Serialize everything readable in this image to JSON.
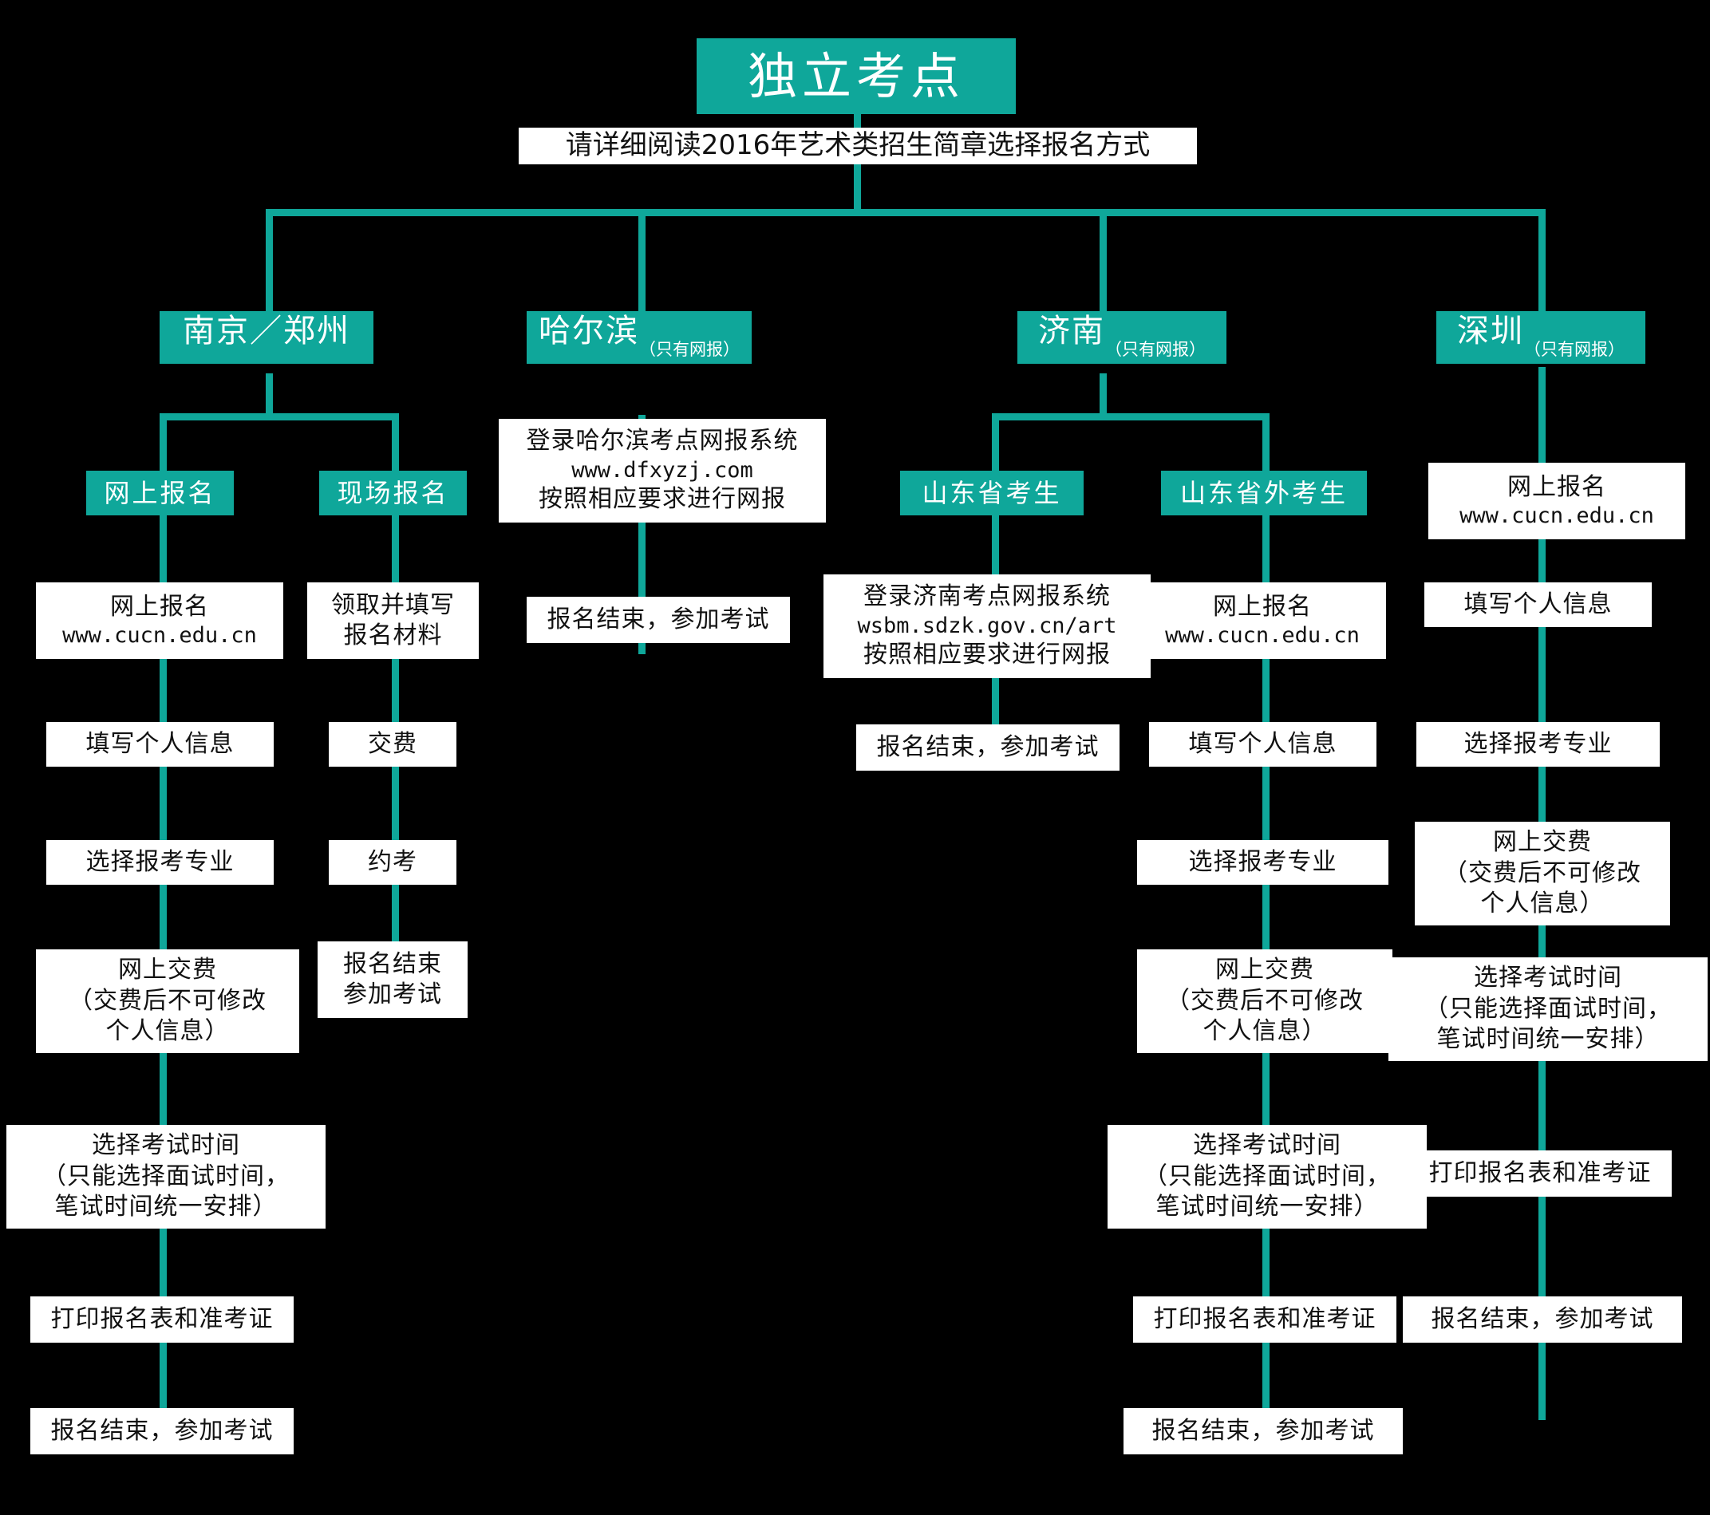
{
  "colors": {
    "accent": "#0FA79A",
    "background": "#000000",
    "box_fill": "#FFFFFF",
    "box_text": "#111111",
    "accent_text": "#FFFFFF"
  },
  "diagram": {
    "title": "独立考点",
    "subtitle": "请详细阅读2016年艺术类招生简章选择报名方式",
    "branches": [
      {
        "id": "nanjing-zhengzhou",
        "label": "南京／郑州",
        "note": "",
        "subbranches": [
          {
            "id": "online",
            "label": "网上报名",
            "steps": [
              {
                "lines": [
                  "网上报名"
                ],
                "url": "www.cucn.edu.cn"
              },
              {
                "lines": [
                  "填写个人信息"
                ],
                "url": ""
              },
              {
                "lines": [
                  "选择报考专业"
                ],
                "url": ""
              },
              {
                "lines": [
                  "网上交费",
                  "（交费后不可修改",
                  "个人信息）"
                ],
                "url": ""
              },
              {
                "lines": [
                  "选择考试时间",
                  "（只能选择面试时间，",
                  "笔试时间统一安排）"
                ],
                "url": ""
              },
              {
                "lines": [
                  "打印报名表和准考证"
                ],
                "url": ""
              },
              {
                "lines": [
                  "报名结束，参加考试"
                ],
                "url": ""
              }
            ]
          },
          {
            "id": "onsite",
            "label": "现场报名",
            "steps": [
              {
                "lines": [
                  "领取并填写",
                  "报名材料"
                ],
                "url": ""
              },
              {
                "lines": [
                  "交费"
                ],
                "url": ""
              },
              {
                "lines": [
                  "约考"
                ],
                "url": ""
              },
              {
                "lines": [
                  "报名结束",
                  "参加考试"
                ],
                "url": ""
              }
            ]
          }
        ]
      },
      {
        "id": "harbin",
        "label": "哈尔滨",
        "note": "（只有网报）",
        "subbranches": [
          {
            "id": "harbin-main",
            "label": "",
            "steps": [
              {
                "lines": [
                  "登录哈尔滨考点网报系统"
                ],
                "url": "www.dfxyzj.com",
                "lines_after": [
                  "按照相应要求进行网报"
                ]
              },
              {
                "lines": [
                  "报名结束，参加考试"
                ],
                "url": ""
              }
            ]
          }
        ]
      },
      {
        "id": "jinan",
        "label": "济南",
        "note": "（只有网报）",
        "subbranches": [
          {
            "id": "shandong-in",
            "label": "山东省考生",
            "steps": [
              {
                "lines": [
                  "登录济南考点网报系统"
                ],
                "url": "wsbm.sdzk.gov.cn/art",
                "lines_after": [
                  "按照相应要求进行网报"
                ]
              },
              {
                "lines": [
                  "报名结束，参加考试"
                ],
                "url": ""
              }
            ]
          },
          {
            "id": "shandong-out",
            "label": "山东省外考生",
            "steps": [
              {
                "lines": [
                  "网上报名"
                ],
                "url": "www.cucn.edu.cn"
              },
              {
                "lines": [
                  "填写个人信息"
                ],
                "url": ""
              },
              {
                "lines": [
                  "选择报考专业"
                ],
                "url": ""
              },
              {
                "lines": [
                  "网上交费",
                  "（交费后不可修改",
                  "个人信息）"
                ],
                "url": ""
              },
              {
                "lines": [
                  "选择考试时间",
                  "（只能选择面试时间，",
                  "笔试时间统一安排）"
                ],
                "url": ""
              },
              {
                "lines": [
                  "打印报名表和准考证"
                ],
                "url": ""
              },
              {
                "lines": [
                  "报名结束，参加考试"
                ],
                "url": ""
              }
            ]
          }
        ]
      },
      {
        "id": "shenzhen",
        "label": "深圳",
        "note": "（只有网报）",
        "subbranches": [
          {
            "id": "shenzhen-main",
            "label": "",
            "steps": [
              {
                "lines": [
                  "网上报名"
                ],
                "url": "www.cucn.edu.cn"
              },
              {
                "lines": [
                  "填写个人信息"
                ],
                "url": ""
              },
              {
                "lines": [
                  "选择报考专业"
                ],
                "url": ""
              },
              {
                "lines": [
                  "网上交费",
                  "（交费后不可修改",
                  "个人信息）"
                ],
                "url": ""
              },
              {
                "lines": [
                  "选择考试时间",
                  "（只能选择面试时间，",
                  "笔试时间统一安排）"
                ],
                "url": ""
              },
              {
                "lines": [
                  "打印报名表和准考证"
                ],
                "url": ""
              },
              {
                "lines": [
                  "报名结束，参加考试"
                ],
                "url": ""
              }
            ]
          }
        ]
      }
    ]
  },
  "nodes": {
    "title": "独立考点",
    "subtitle": "请详细阅读2016年艺术类招生简章选择报名方式",
    "b1_label": "南京／郑州",
    "b2_label": "哈尔滨",
    "b2_note": "（只有网报）",
    "b3_label": "济南",
    "b3_note": "（只有网报）",
    "b4_label": "深圳",
    "b4_note": "（只有网报）",
    "nj_online_label": "网上报名",
    "nj_onsite_label": "现场报名",
    "nj_o1_l1": "网上报名",
    "nj_o1_l2": "www.cucn.edu.cn",
    "nj_o2": "填写个人信息",
    "nj_o3": "选择报考专业",
    "nj_o4_l1": "网上交费",
    "nj_o4_l2": "（交费后不可修改",
    "nj_o4_l3": "个人信息）",
    "nj_o5_l1": "选择考试时间",
    "nj_o5_l2": "（只能选择面试时间，",
    "nj_o5_l3": "笔试时间统一安排）",
    "nj_o6": "打印报名表和准考证",
    "nj_o7": "报名结束，参加考试",
    "nj_s1_l1": "领取并填写",
    "nj_s1_l2": "报名材料",
    "nj_s2": "交费",
    "nj_s3": "约考",
    "nj_s4_l1": "报名结束",
    "nj_s4_l2": "参加考试",
    "hb_1_l1": "登录哈尔滨考点网报系统",
    "hb_1_l2": "www.dfxyzj.com",
    "hb_1_l3": "按照相应要求进行网报",
    "hb_2": "报名结束，参加考试",
    "jn_in_label": "山东省考生",
    "jn_out_label": "山东省外考生",
    "jn_in_1_l1": "登录济南考点网报系统",
    "jn_in_1_l2": "wsbm.sdzk.gov.cn/art",
    "jn_in_1_l3": "按照相应要求进行网报",
    "jn_in_2": "报名结束，参加考试",
    "jn_out_1_l1": "网上报名",
    "jn_out_1_l2": "www.cucn.edu.cn",
    "jn_out_2": "填写个人信息",
    "jn_out_3": "选择报考专业",
    "jn_out_4_l1": "网上交费",
    "jn_out_4_l2": "（交费后不可修改",
    "jn_out_4_l3": "个人信息）",
    "jn_out_5_l1": "选择考试时间",
    "jn_out_5_l2": "（只能选择面试时间，",
    "jn_out_5_l3": "笔试时间统一安排）",
    "jn_out_6": "打印报名表和准考证",
    "jn_out_7": "报名结束，参加考试",
    "sz_1_l1": "网上报名",
    "sz_1_l2": "www.cucn.edu.cn",
    "sz_2": "填写个人信息",
    "sz_3": "选择报考专业",
    "sz_4_l1": "网上交费",
    "sz_4_l2": "（交费后不可修改",
    "sz_4_l3": "个人信息）",
    "sz_5_l1": "选择考试时间",
    "sz_5_l2": "（只能选择面试时间，",
    "sz_5_l3": "笔试时间统一安排）",
    "sz_6": "打印报名表和准考证",
    "sz_7": "报名结束，参加考试"
  }
}
